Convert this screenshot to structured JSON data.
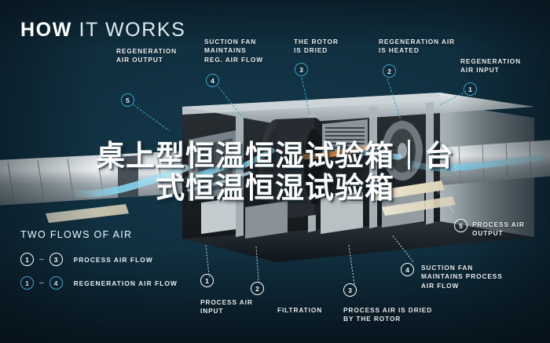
{
  "title": {
    "strong": "HOW",
    "light": "IT WORKS"
  },
  "overlay": {
    "line1": "桌上型恒温恒湿试验箱｜台",
    "line2": "式恒温恒湿试验箱"
  },
  "colors": {
    "background": "#0d2b3a",
    "accent_blue": "#3ba3cc",
    "airflow_blue": "#7fd3ef",
    "heat_orange": "#e8883a",
    "text": "#e8f1f5"
  },
  "callouts": [
    {
      "id": "regeneration-air-output",
      "text": "REGENERATION\nAIR OUTPUT",
      "marker": "5",
      "marker_style": "blue"
    },
    {
      "id": "suction-fan-reg",
      "text": "SUCTION FAN\nMAINTAINS\nREG. AIR FLOW",
      "marker": "4",
      "marker_style": "blue"
    },
    {
      "id": "the-rotor-is-dried",
      "text": "THE ROTOR\nIS DRIED",
      "marker": "3",
      "marker_style": "blue"
    },
    {
      "id": "regeneration-air-is-heated",
      "text": "REGENERATION AIR\nIS HEATED",
      "marker": "2",
      "marker_style": "blue"
    },
    {
      "id": "regeneration-air-input",
      "text": "REGENERATION\nAIR INPUT",
      "marker": "1",
      "marker_style": "blue"
    },
    {
      "id": "process-air-output",
      "text": "PROCESS AIR\nOUTPUT",
      "marker": "5",
      "marker_style": "white"
    },
    {
      "id": "suction-fan-process",
      "text": "SUCTION FAN\nMAINTAINS PROCESS\nAIR FLOW",
      "marker": "4",
      "marker_style": "white"
    },
    {
      "id": "process-air-is-dried",
      "text": "PROCESS AIR IS DRIED\nBY THE ROTOR",
      "marker": "3",
      "marker_style": "white"
    },
    {
      "id": "filtration",
      "text": "FILTRATION",
      "marker": "2",
      "marker_style": "white"
    },
    {
      "id": "process-air-input",
      "text": "PROCESS AIR\nINPUT",
      "marker": "1",
      "marker_style": "white"
    }
  ],
  "legend": {
    "title": "TWO FLOWS OF AIR",
    "dash": "–",
    "rows": [
      {
        "from": "1",
        "to": "3",
        "label": "PROCESS AIR FLOW",
        "style": "white"
      },
      {
        "from": "1",
        "to": "4",
        "label": "REGENERATION AIR FLOW",
        "style": "blue"
      }
    ]
  }
}
